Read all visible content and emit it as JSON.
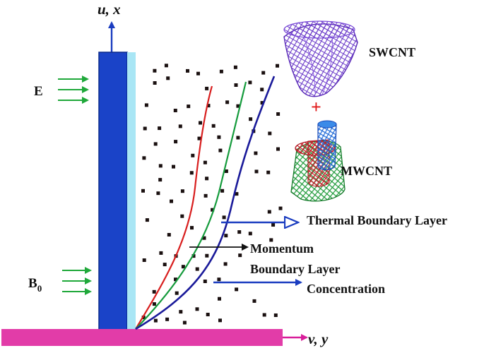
{
  "labels": {
    "y_axis": "u, x",
    "x_axis": "v, y",
    "electric_field": "E",
    "magnetic_field_base": "B",
    "magnetic_field_sub": "0",
    "swcnt": "SWCNT",
    "plus": "+",
    "mwcnt": "MWCNT",
    "thermal_layer": "Thermal Boundary Layer",
    "momentum_line1": "Momentum",
    "momentum_line2": "Boundary Layer",
    "concentration": "Concentration"
  },
  "colors": {
    "plate": "#1a43c8",
    "plate_edge": "#0b2a8a",
    "plate_film": "#a9e6f5",
    "floor": "#e23ca8",
    "field_arrows": "#1fa83a",
    "momentum_curve": "#d81e1e",
    "concentration_curve": "#159b3c",
    "thermal_curve": "#1a1a9a",
    "pointer_arrow": "#1a3cc0",
    "plus": "#e01818",
    "axis_arrow": "#1a3cc0",
    "floor_arrow": "#d81e9a"
  },
  "icons": {
    "swcnt": "swcnt-nanotube-icon",
    "mwcnt": "mwcnt-nanotube-icon"
  }
}
